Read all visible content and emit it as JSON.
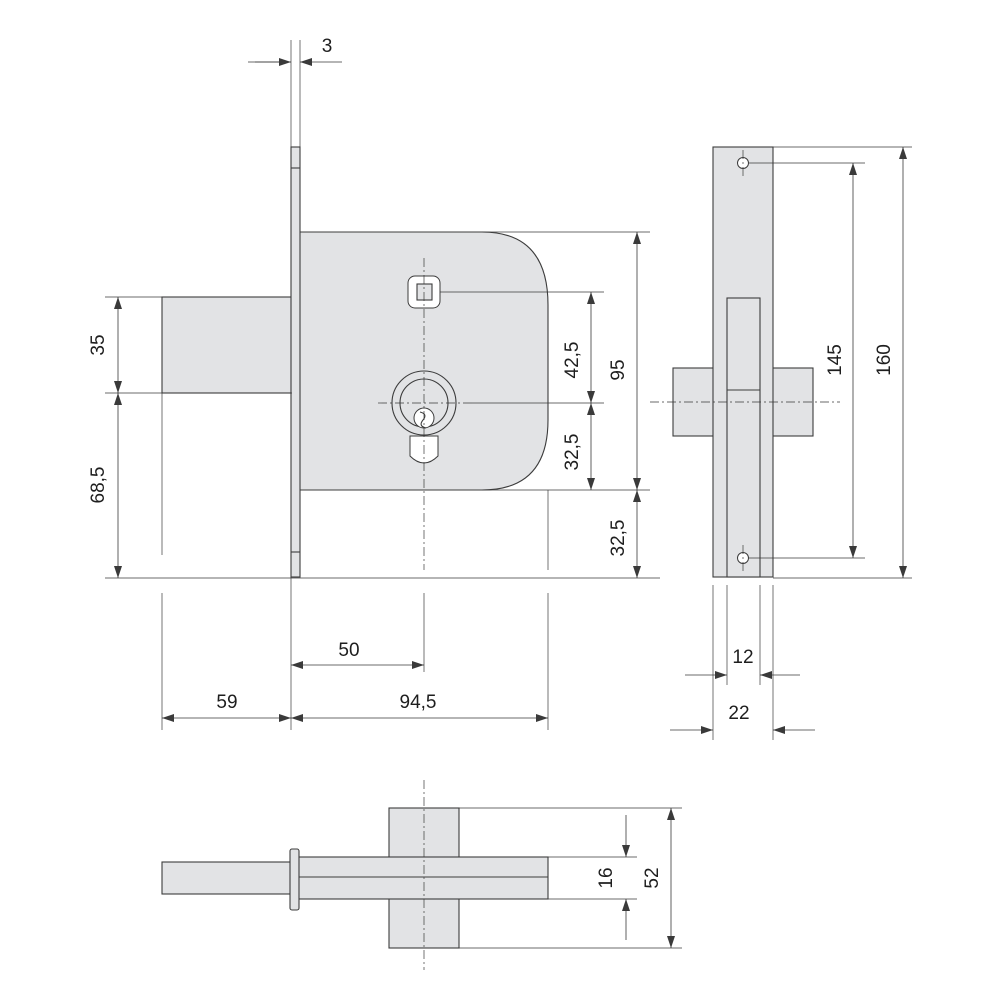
{
  "colors": {
    "part_fill": "#e2e3e5",
    "part_stroke": "#3c3c3c",
    "line": "#3a3a3a",
    "text": "#1e1e1e"
  },
  "dimensions": {
    "plate_thickness": "3",
    "bolt_height": "35",
    "lower_height": "68,5",
    "square_to_cylinder": "42,5",
    "body_height": "95",
    "cylinder_to_bottom": "32,5",
    "plate_below_body": "32,5",
    "backset": "50",
    "bolt_projection": "59",
    "body_width": "94,5",
    "fixing_centers": "145",
    "plate_height": "160",
    "inner_width": "12",
    "plate_width": "22",
    "bolt_thickness": "16",
    "bolt_block_height": "52"
  }
}
